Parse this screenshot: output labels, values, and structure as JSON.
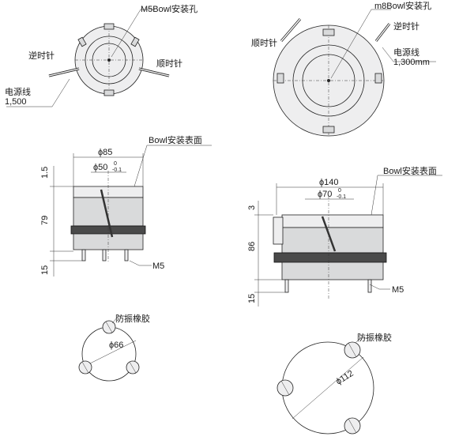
{
  "top_left": {
    "hole_label": "M5Bowl安装孔",
    "ccw_label": "逆时针",
    "cw_label": "顺时针",
    "cable_label": "电源线",
    "cable_value": "1,500"
  },
  "top_right": {
    "hole_label": "m8Bowl安装孔",
    "cw_label": "顺时针",
    "ccw_label": "逆时针",
    "cable_label": "电源线",
    "cable_value": "1,300mm"
  },
  "side_left": {
    "outer_dia": "ϕ85",
    "inner_dia": "ϕ50",
    "tol_upper": "0",
    "tol_lower": "-0.1",
    "surface_label": "Bowl安装表面",
    "h_top": "1.5",
    "h_body": "79",
    "h_bottom": "15",
    "screw": "M5"
  },
  "side_right": {
    "outer_dia": "ϕ140",
    "inner_dia": "ϕ70",
    "tol_upper": "0",
    "tol_lower": "-0.1",
    "surface_label": "Bowl安装表面",
    "h_top": "3",
    "h_body": "86",
    "h_bottom": "15",
    "screw": "M5"
  },
  "foot_left": {
    "label": "防振橡胶",
    "pcd": "ϕ66"
  },
  "foot_right": {
    "label": "防振橡胶",
    "pcd": "ϕ112"
  }
}
